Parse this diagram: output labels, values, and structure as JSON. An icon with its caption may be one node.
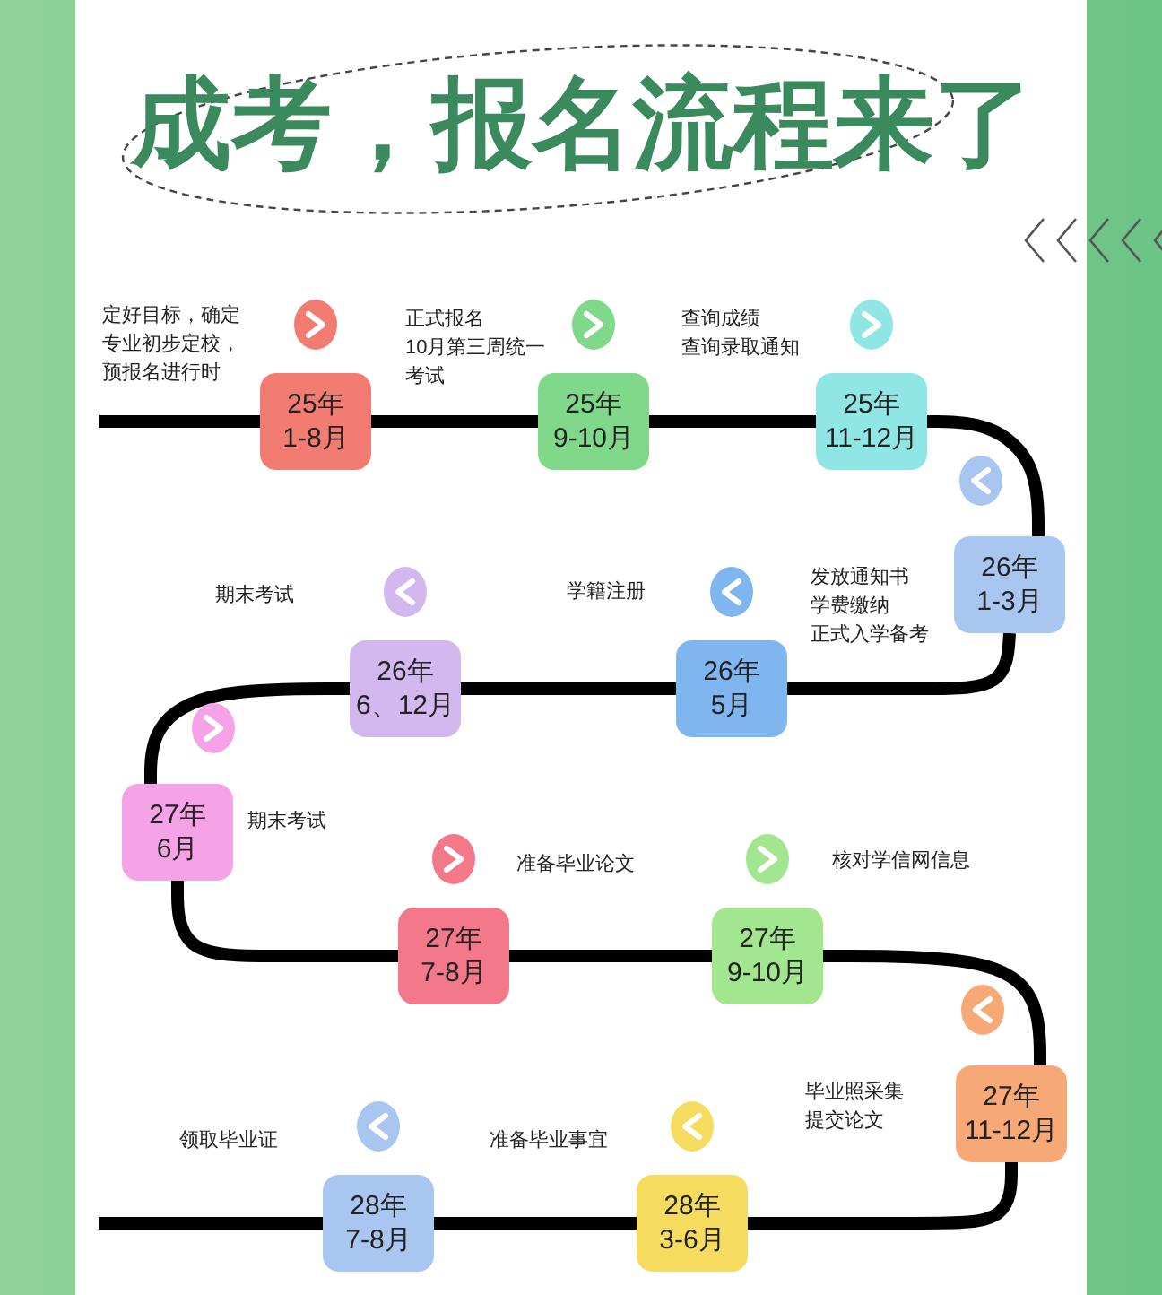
{
  "diagram": {
    "title": "成考，报名流程来了",
    "nodes": [
      {
        "text": [
          "25年",
          "1-8月"
        ],
        "beside": [
          "定好目标，确定专业初步定校，预报名进行时"
        ]
      },
      {
        "text": [
          "25年",
          "9-10月"
        ],
        "beside": [
          "正式报名",
          "10月第三周统一考试"
        ]
      },
      {
        "text": [
          "25年",
          "11-12月"
        ],
        "beside": [
          "查询成绩",
          "查询录取通知"
        ]
      },
      {
        "text": [
          "26年",
          "1-3月"
        ],
        "beside": [
          "发放通知书",
          "学费缴纳",
          "正式入学备考"
        ]
      },
      {
        "text": [
          "26年",
          "5月"
        ],
        "beside": [
          "学籍注册"
        ]
      },
      {
        "text": [
          "26年",
          "6、12月"
        ],
        "beside": [
          "期末考试"
        ]
      },
      {
        "text": [
          "27年",
          "6月"
        ],
        "beside": [
          "期末考试"
        ]
      },
      {
        "text": [
          "27年",
          "7-8月"
        ],
        "beside": [
          "准备毕业论文"
        ]
      },
      {
        "text": [
          "27年",
          "9-10月"
        ],
        "beside": [
          "核对学信网信息"
        ]
      },
      {
        "text": [
          "27年",
          "11-12月"
        ],
        "beside": [
          "毕业照采集",
          "提交论文"
        ]
      },
      {
        "text": [
          "28年",
          "3-6月"
        ],
        "beside": [
          "准备毕业事宜"
        ]
      },
      {
        "text": [
          "28年",
          "7-8月"
        ],
        "beside": [
          "领取毕业证"
        ]
      }
    ],
    "edges": [
      {
        "from": null,
        "to": 0,
        "arrow": "none"
      },
      {
        "from": 0,
        "to": 1,
        "arrow": "none"
      },
      {
        "from": 1,
        "to": 2,
        "arrow": "none"
      },
      {
        "from": 2,
        "to": 3,
        "arrow": "none"
      },
      {
        "from": 3,
        "to": 4,
        "arrow": "none"
      },
      {
        "from": 4,
        "to": 5,
        "arrow": "none"
      },
      {
        "from": 5,
        "to": 6,
        "arrow": "none"
      },
      {
        "from": 6,
        "to": 7,
        "arrow": "none"
      },
      {
        "from": 7,
        "to": 8,
        "arrow": "none"
      },
      {
        "from": 8,
        "to": 9,
        "arrow": "none"
      },
      {
        "from": 9,
        "to": 10,
        "arrow": "none"
      },
      {
        "from": 10,
        "to": 11,
        "arrow": "none"
      },
      {
        "from": 11,
        "to": null,
        "arrow": "none"
      }
    ]
  }
}
